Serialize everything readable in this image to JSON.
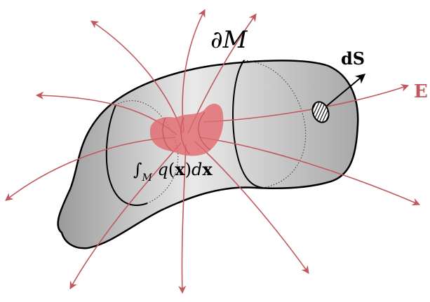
{
  "labels": {
    "boundary": "∂M",
    "surface_element": "dS",
    "field": "E",
    "integral": {
      "sign": "∫",
      "domain": "M",
      "func": "q",
      "open": "(",
      "var": "x",
      "close": ")",
      "d": "d",
      "dvar": "x"
    }
  },
  "colors": {
    "field_lines": "#c0595f",
    "charge_region": "#e06a70",
    "outline": "#000000"
  }
}
